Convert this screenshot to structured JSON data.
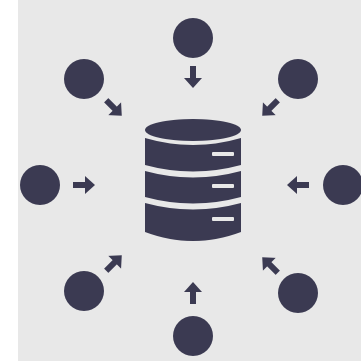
{
  "colors": {
    "background": "#e8e8e8",
    "page": "#ffffff",
    "ink": "#3b3a52"
  },
  "diagram": {
    "center_icon": "database-icon",
    "source_icon": "circle-node-icon",
    "arrow_icon": "arrow-icon",
    "arrow_direction": "inward",
    "nodes": [
      {
        "id": "top"
      },
      {
        "id": "top-right"
      },
      {
        "id": "right"
      },
      {
        "id": "bottom-right"
      },
      {
        "id": "bottom"
      },
      {
        "id": "bottom-left"
      },
      {
        "id": "left"
      },
      {
        "id": "top-left"
      }
    ]
  }
}
